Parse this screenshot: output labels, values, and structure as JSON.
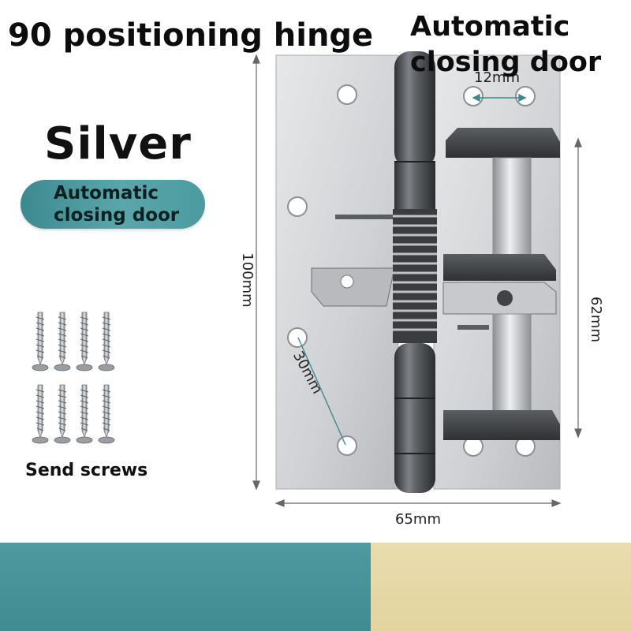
{
  "product": {
    "color_name": "Silver",
    "feature_badge": "Automatic closing door",
    "screws_label": "Send screws"
  },
  "dimensions": {
    "height": "100mm",
    "width": "65mm",
    "hole_spacing_top": "12mm",
    "hole_spacing_diag": "30mm",
    "spring_height": "62mm"
  },
  "banner": {
    "left_text": "90 positioning hinge",
    "right_text": "Automatic closing door"
  },
  "colors": {
    "teal_accent": "#4a9ba0",
    "gold_accent": "#e6d7a6",
    "hinge_silver": "#d4d5d7",
    "pin_dark": "#4b4d51"
  }
}
